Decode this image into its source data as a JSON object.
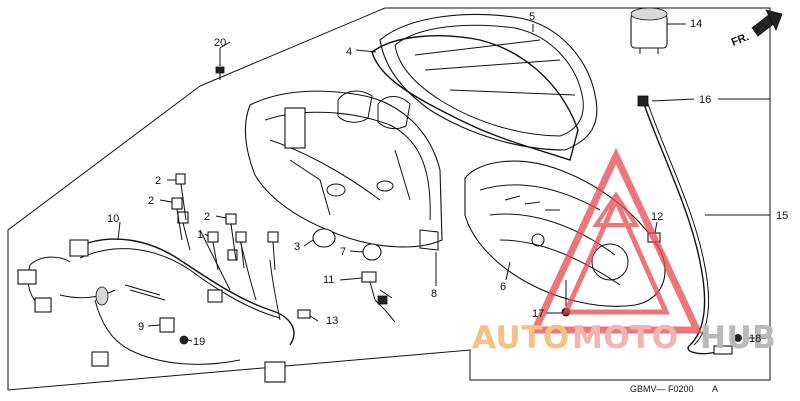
{
  "diagram": {
    "callouts": [
      {
        "id": "c1",
        "text": "1"
      },
      {
        "id": "c2a",
        "text": "2"
      },
      {
        "id": "c2b",
        "text": "2"
      },
      {
        "id": "c2c",
        "text": "2"
      },
      {
        "id": "c3",
        "text": "3"
      },
      {
        "id": "c4",
        "text": "4"
      },
      {
        "id": "c5",
        "text": "5"
      },
      {
        "id": "c6",
        "text": "6"
      },
      {
        "id": "c7",
        "text": "7"
      },
      {
        "id": "c8",
        "text": "8"
      },
      {
        "id": "c9",
        "text": "9"
      },
      {
        "id": "c10",
        "text": "10"
      },
      {
        "id": "c11",
        "text": "11"
      },
      {
        "id": "c12",
        "text": "12"
      },
      {
        "id": "c13",
        "text": "13"
      },
      {
        "id": "c14",
        "text": "14"
      },
      {
        "id": "c15",
        "text": "15"
      },
      {
        "id": "c16",
        "text": "16"
      },
      {
        "id": "c17",
        "text": "17"
      },
      {
        "id": "c18",
        "text": "18"
      },
      {
        "id": "c19",
        "text": "19"
      },
      {
        "id": "c20",
        "text": "20"
      }
    ],
    "direction_arrow": {
      "text": "FR."
    },
    "diagram_code": "GBMV— F0200",
    "diagram_code_suffix": "A"
  },
  "watermark": {
    "part1": "AUTO",
    "part2": "MOTO",
    "part3": "HUB",
    "colors": {
      "auto": "#f4c183",
      "moto": "#f3b3b0",
      "hub": "#b9b9b9",
      "triangle": "#e8494f"
    }
  }
}
